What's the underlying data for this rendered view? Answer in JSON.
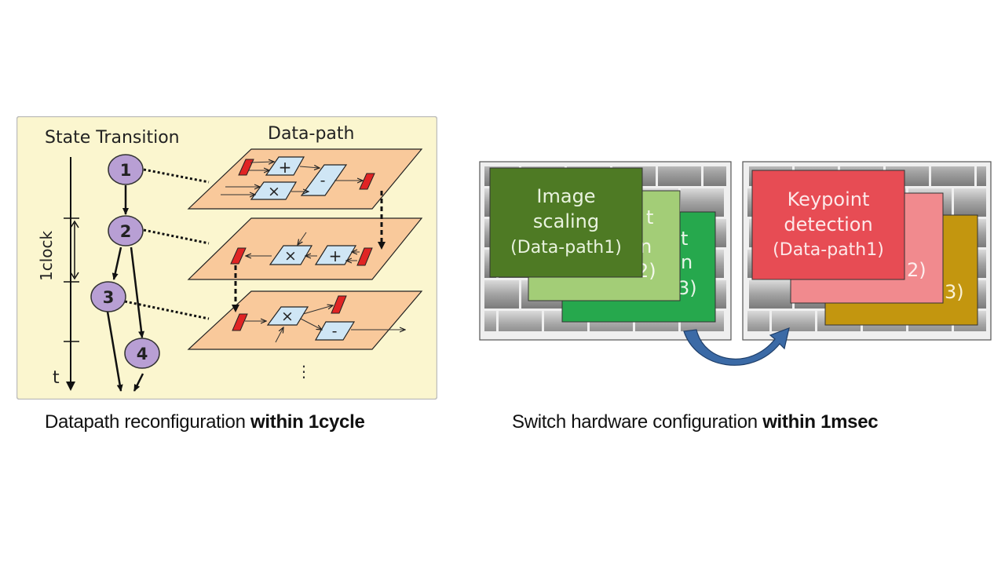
{
  "left_diagram": {
    "title_state": "State Transition",
    "title_datapath": "Data-path",
    "clock_label": "1clock",
    "time_label": "t",
    "states": [
      "1",
      "2",
      "3",
      "4"
    ],
    "ellipsis": "⋮",
    "layer1_ops": [
      "+",
      "×",
      "-"
    ],
    "layer2_ops": [
      "×",
      "+"
    ],
    "layer3_ops": [
      "×",
      "-"
    ],
    "colors": {
      "background": "#fbf6cf",
      "layer": "#f9c99b",
      "operator": "#cfe6f5",
      "register": "#e02424",
      "state_node": "#b89fd4"
    }
  },
  "right_diagram": {
    "before": {
      "front_line1": "Image",
      "front_line2": "scaling",
      "front_line3": "(Data-path1)",
      "mid_partial": [
        "t",
        "n",
        "2)"
      ],
      "back_partial": [
        "t",
        "n",
        "3)"
      ],
      "colors": {
        "front": "#4e7a24",
        "mid": "#a3cd77",
        "back": "#26a84d"
      }
    },
    "after": {
      "front_line1": "Keypoint",
      "front_line2": "detection",
      "front_line3": "(Data-path1)",
      "mid_partial": [
        "2)"
      ],
      "back_partial": [
        "3)"
      ],
      "colors": {
        "front": "#e74c54",
        "mid": "#f18a8e",
        "back": "#c3960f"
      }
    },
    "arrow_color": "#3b6aa6"
  },
  "captions": {
    "left_normal": "Datapath reconfiguration ",
    "left_bold": "within 1cycle",
    "right_normal": "Switch hardware configuration ",
    "right_bold": "within 1msec"
  }
}
